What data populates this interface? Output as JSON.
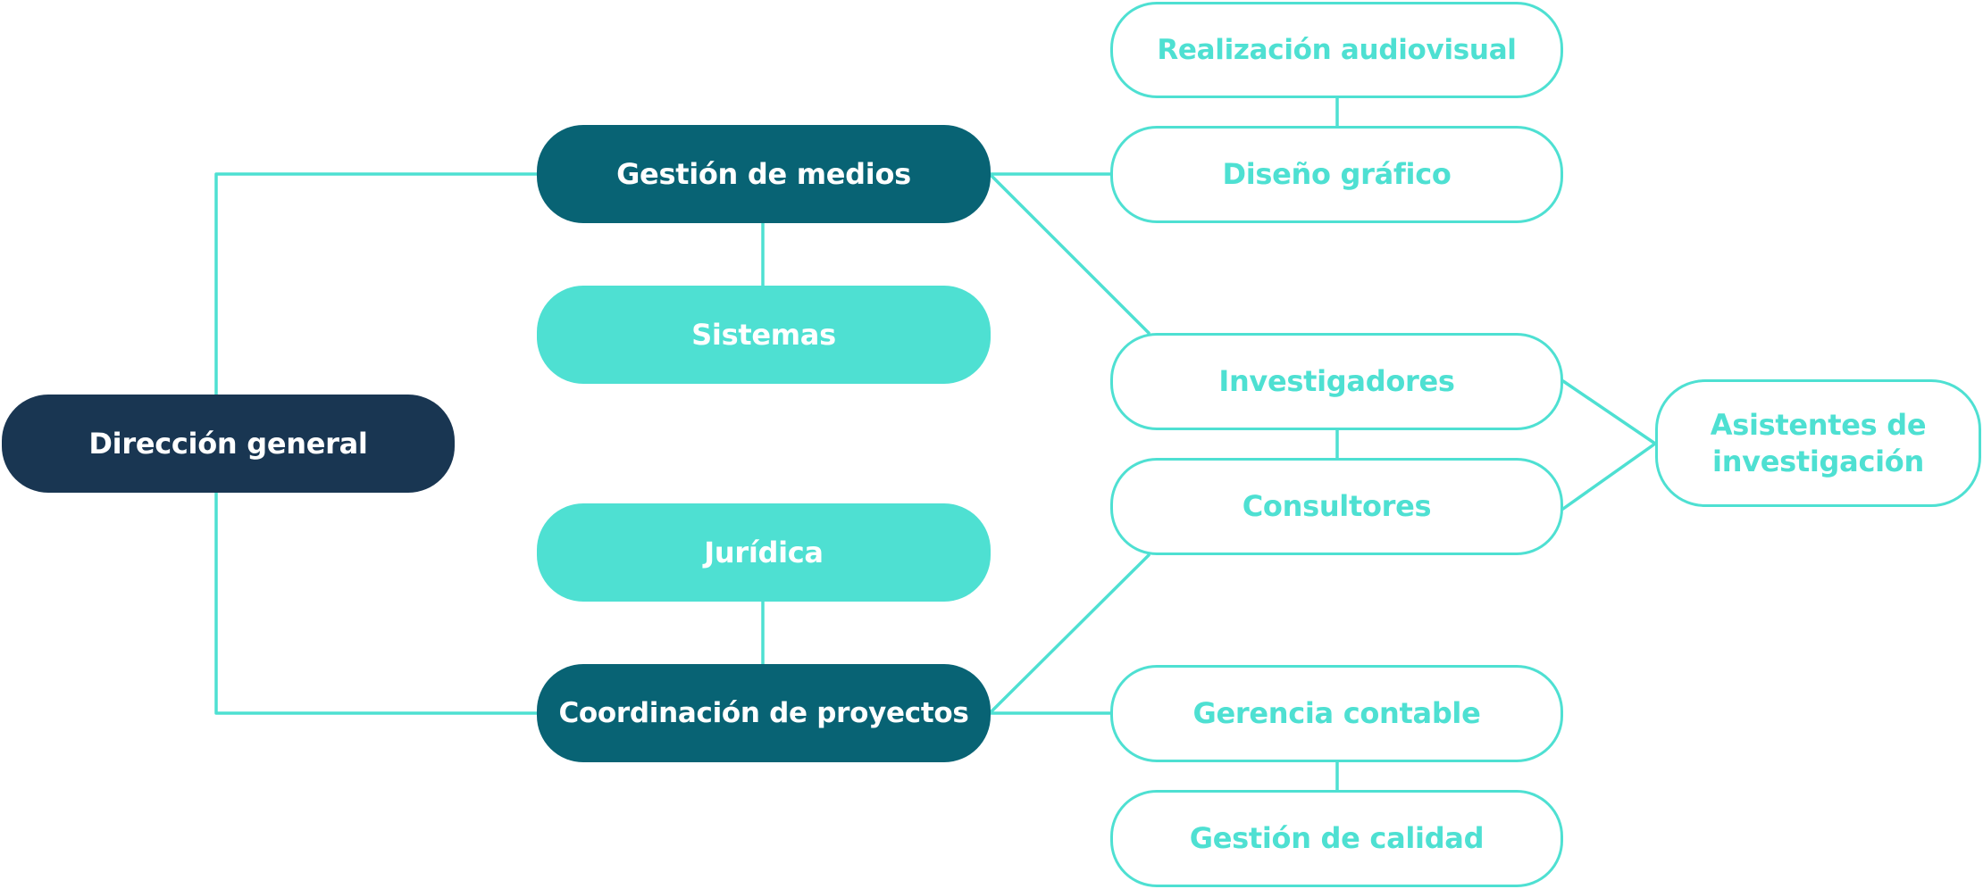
{
  "diagram": {
    "line_color": "#4ee0d2",
    "nodes": {
      "direccion": {
        "label": "Dirección general",
        "color": "#193652"
      },
      "gestion_medios": {
        "label": "Gestión de medios",
        "color": "#086374"
      },
      "sistemas": {
        "label": "Sistemas",
        "color": "#4ee0d2"
      },
      "juridica": {
        "label": "Jurídica",
        "color": "#4ee0d2"
      },
      "coordinacion": {
        "label": "Coordinación de proyectos",
        "color": "#086374"
      },
      "realizacion": {
        "label": "Realización audiovisual",
        "color": "#4ee0d2"
      },
      "diseno": {
        "label": "Diseño gráfico",
        "color": "#4ee0d2"
      },
      "investigadores": {
        "label": "Investigadores",
        "color": "#4ee0d2"
      },
      "consultores": {
        "label": "Consultores",
        "color": "#4ee0d2"
      },
      "gerencia": {
        "label": "Gerencia contable",
        "color": "#4ee0d2"
      },
      "calidad": {
        "label": "Gestión de calidad",
        "color": "#4ee0d2"
      },
      "asistentes": {
        "label": "Asistentes de investigación",
        "color": "#4ee0d2"
      }
    },
    "edges": [
      [
        "direccion",
        "gestion_medios"
      ],
      [
        "direccion",
        "coordinacion"
      ],
      [
        "gestion_medios",
        "sistemas"
      ],
      [
        "gestion_medios",
        "diseno"
      ],
      [
        "gestion_medios",
        "investigadores"
      ],
      [
        "diseno",
        "realizacion"
      ],
      [
        "coordinacion",
        "juridica"
      ],
      [
        "coordinacion",
        "consultores"
      ],
      [
        "coordinacion",
        "gerencia"
      ],
      [
        "gerencia",
        "calidad"
      ],
      [
        "investigadores",
        "consultores"
      ],
      [
        "investigadores",
        "asistentes"
      ],
      [
        "consultores",
        "asistentes"
      ]
    ]
  }
}
